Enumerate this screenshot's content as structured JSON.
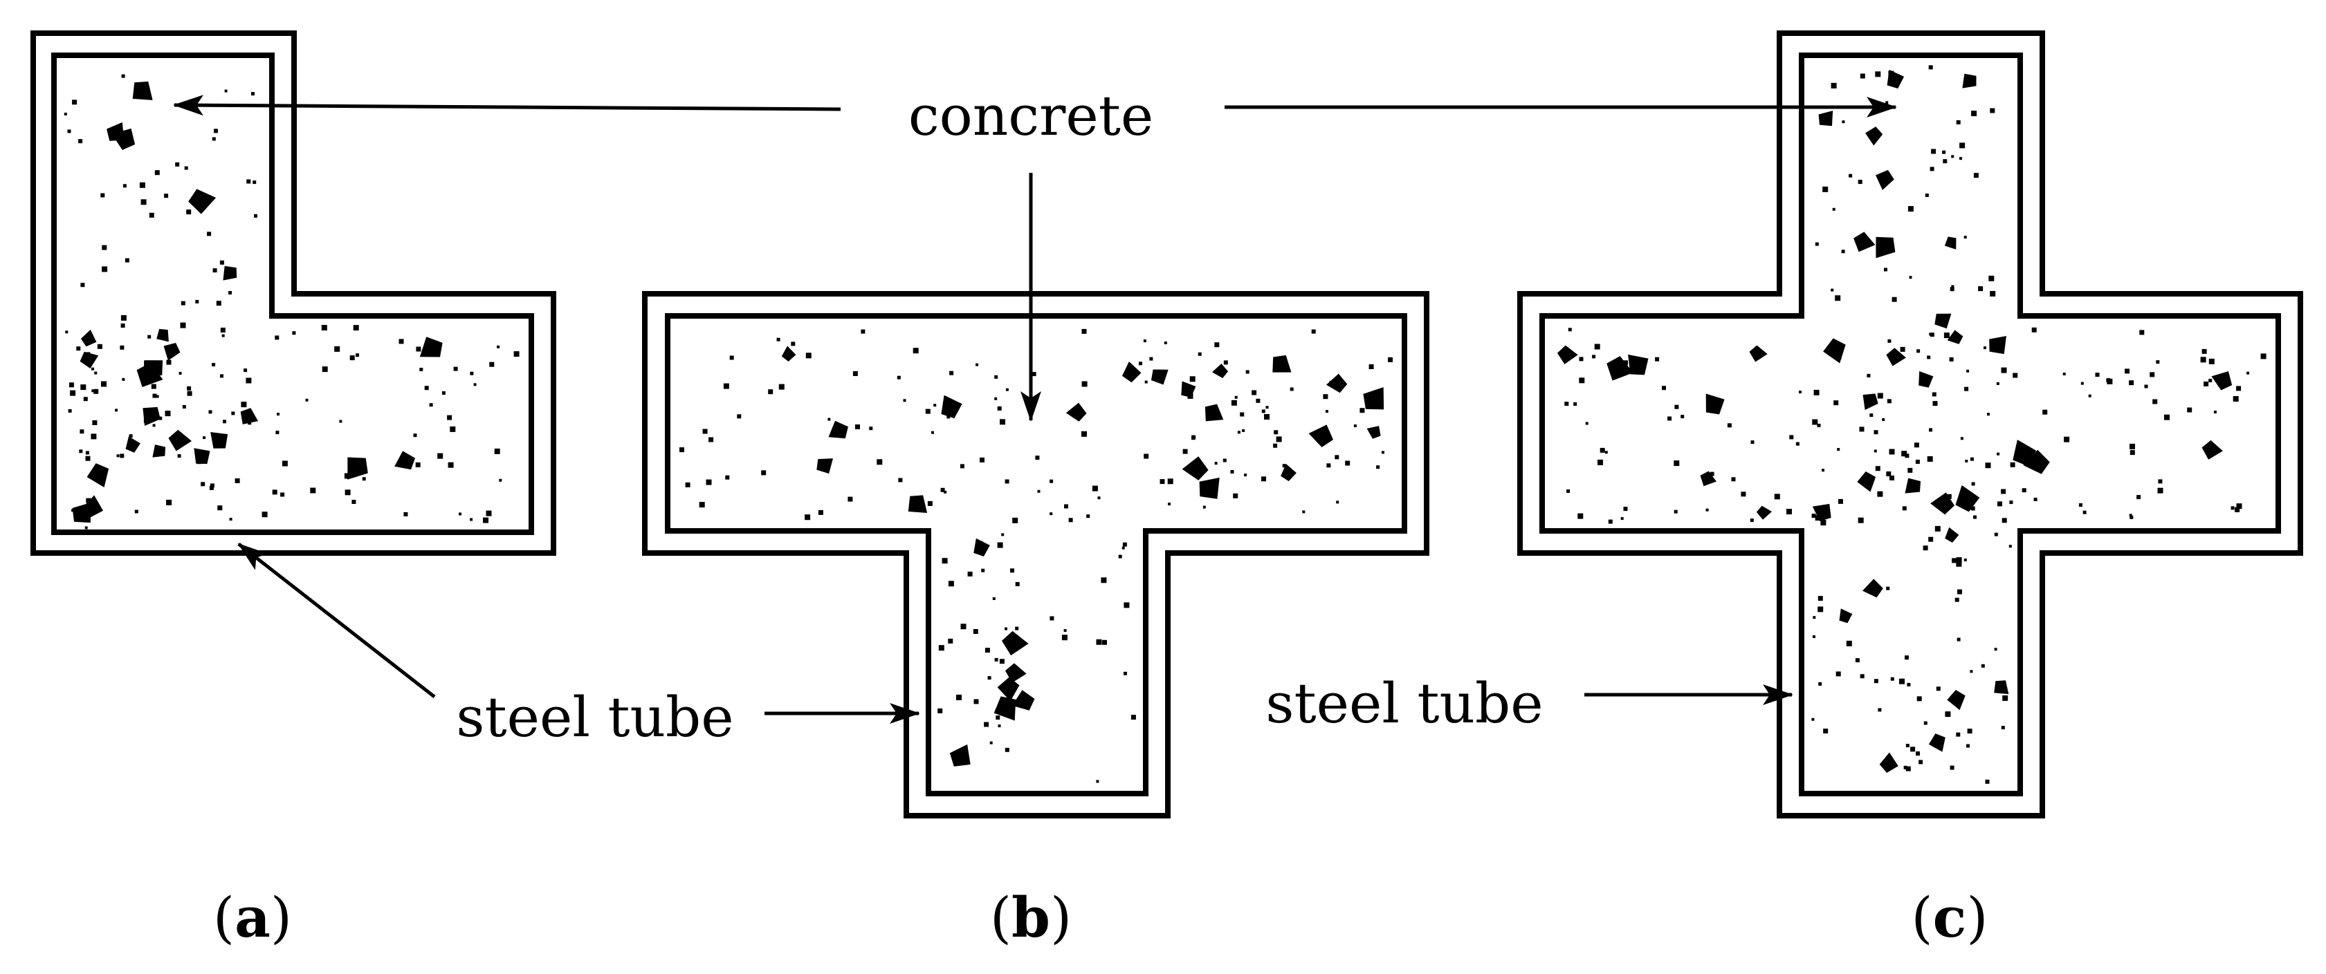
{
  "labels": {
    "concrete": "concrete",
    "steel_tube_left": "steel tube",
    "steel_tube_right": "steel tube"
  },
  "panels": [
    {
      "open": "(",
      "letter": "a",
      "close": ")"
    },
    {
      "open": "(",
      "letter": "b",
      "close": ")"
    },
    {
      "open": "(",
      "letter": "c",
      "close": ")"
    }
  ],
  "colors": {
    "stroke": "#000000",
    "background": "#ffffff"
  }
}
